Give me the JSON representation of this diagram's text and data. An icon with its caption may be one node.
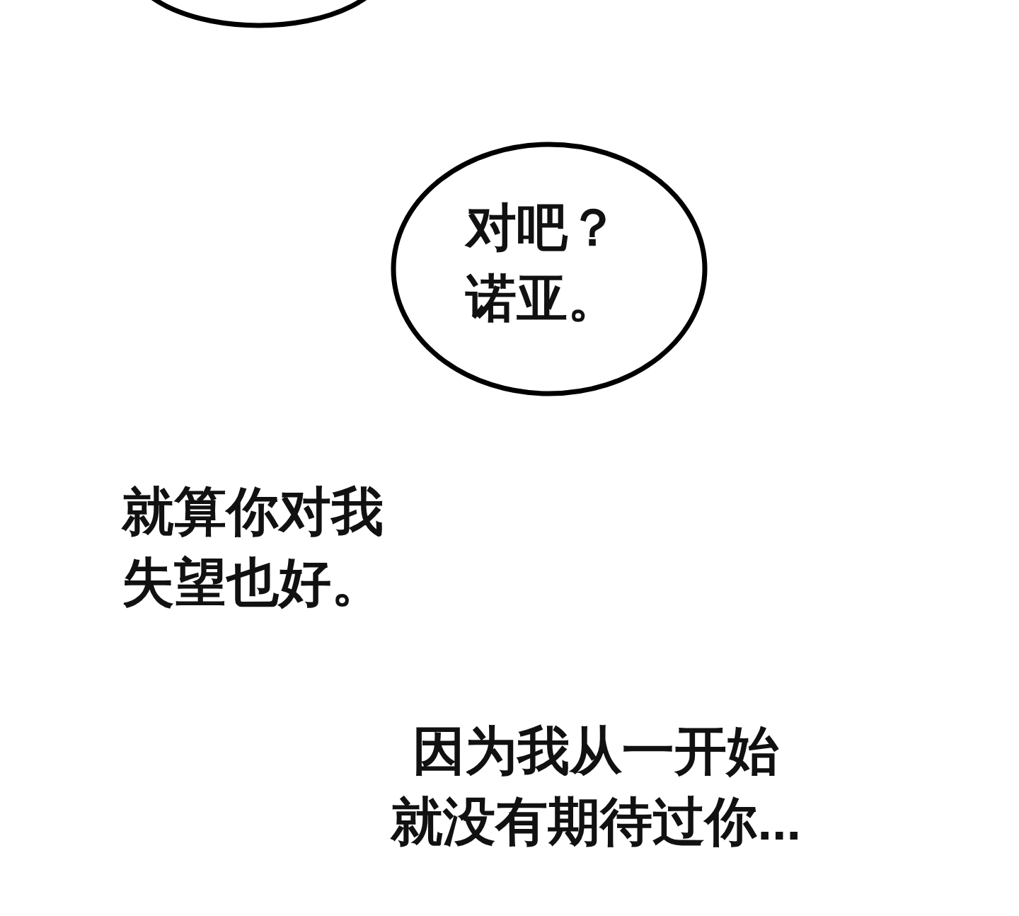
{
  "diagram": {
    "nodes": [
      {
        "text": [],
        "shape": "circle"
      },
      {
        "text": [
          "对吧？诺亚。"
        ]
      }
    ],
    "labels": [
      "就算你对我失望也好。",
      "因为我从一开始就没有期待过你..."
    ]
  }
}
